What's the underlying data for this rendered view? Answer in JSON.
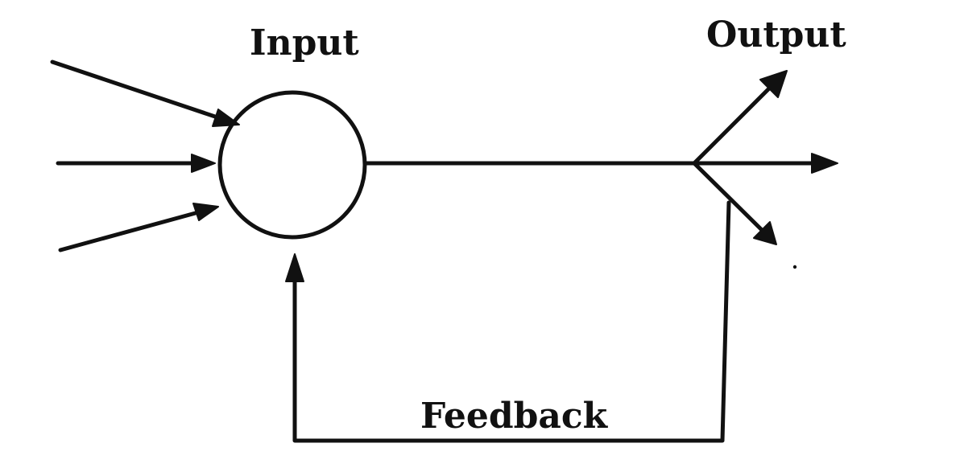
{
  "labels": {
    "input": "Input",
    "output": "Output",
    "feedback": "Feedback"
  },
  "colors": {
    "ink": "#111111",
    "background": "#ffffff"
  }
}
